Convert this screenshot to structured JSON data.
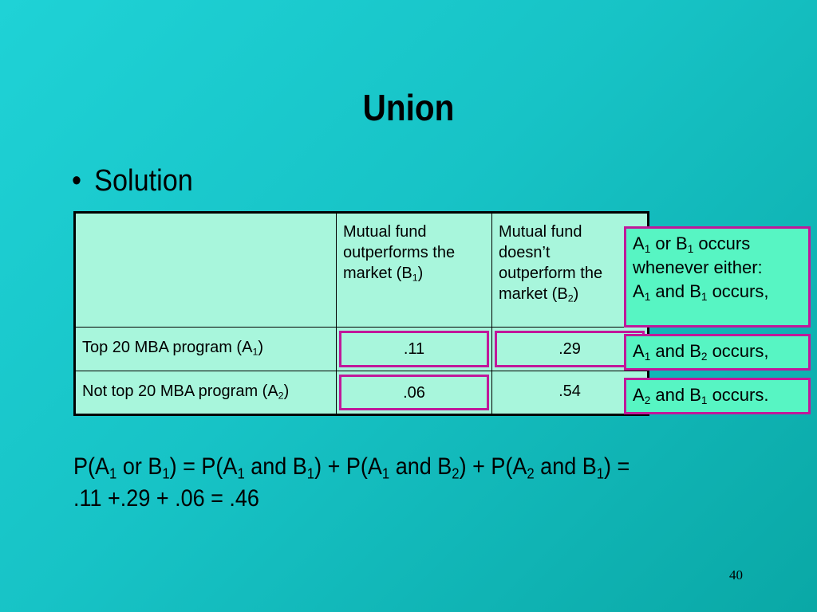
{
  "slide": {
    "title": "Union",
    "bullet": "Solution",
    "page_number": "40"
  },
  "table": {
    "header": {
      "col1": {
        "l1": "Mutual fund",
        "l2": "outperforms the",
        "l3a": "market  (B",
        "l3sub": "1",
        "l3b": ")"
      },
      "col2": {
        "l1": "Mutual fund",
        "l2": "doesn’t",
        "l3": "outperform the",
        "l4a": "market  (B",
        "l4sub": "2",
        "l4b": ")"
      }
    },
    "rows": [
      {
        "label_a": "Top 20 MBA program (A",
        "label_sub": "1",
        "label_b": ")",
        "values": [
          ".11",
          ".29"
        ]
      },
      {
        "label_a": "Not top 20 MBA program (A",
        "label_sub": "2",
        "label_b": ")",
        "values": [
          ".06",
          ".54"
        ]
      }
    ]
  },
  "notes": {
    "n1": {
      "a": "A",
      "s1": "1",
      "b": " or B",
      "s2": "1",
      "c": " occurs",
      "l2": "whenever either:",
      "l3a": "A",
      "l3s1": "1",
      "l3b": " and B",
      "l3s2": "1",
      "l3c": " occurs,"
    },
    "n2": {
      "a": "A",
      "s1": "1",
      "b": " and B",
      "s2": "2",
      "c": " occurs,"
    },
    "n3": {
      "a": "A",
      "s1": "2",
      "b": " and B",
      "s2": "1",
      "c": " occurs."
    }
  },
  "formula": {
    "p1": "P(A",
    "s1": "1",
    "p2": " or B",
    "s2": "1",
    "p3": ") = P(A",
    "s3": "1",
    "p4": " and B",
    "s4": "1",
    "p5": ") + P(A",
    "s5": "1",
    "p6": " and B",
    "s6": "2",
    "p7": ") + P(A",
    "s7": "2",
    "p8": " and B",
    "s8": "1",
    "p9": ") =",
    "line2": ".11 +.29 + .06 = .46"
  }
}
